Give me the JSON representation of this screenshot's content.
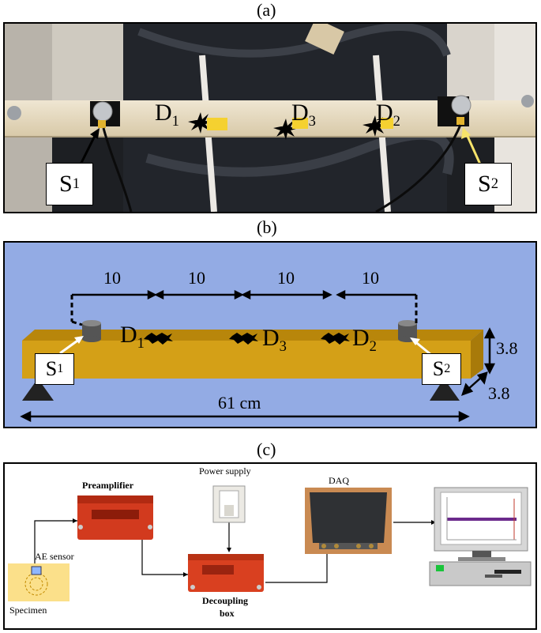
{
  "panels": {
    "a": "(a)",
    "b": "(b)",
    "c": "(c)"
  },
  "photo": {
    "damage_labels": [
      {
        "letter": "D",
        "sub": "1"
      },
      {
        "letter": "D",
        "sub": "3"
      },
      {
        "letter": "D",
        "sub": "2"
      }
    ],
    "sensors": [
      {
        "letter": "S",
        "sub": "1"
      },
      {
        "letter": "S",
        "sub": "2"
      }
    ]
  },
  "schematic": {
    "spacings": [
      "10",
      "10",
      "10",
      "10"
    ],
    "damage_labels": [
      {
        "letter": "D",
        "sub": "1"
      },
      {
        "letter": "D",
        "sub": "3"
      },
      {
        "letter": "D",
        "sub": "2"
      }
    ],
    "sensors": [
      {
        "letter": "S",
        "sub": "1"
      },
      {
        "letter": "S",
        "sub": "2"
      }
    ],
    "height": "3.8",
    "width": "3.8",
    "length": "61 cm",
    "colors": {
      "background": "#93abe4",
      "beam": "#d4a017",
      "beam_dark": "#b8860b"
    }
  },
  "setup": {
    "preamplifier": "Preamplifier",
    "power_supply": "Power supply",
    "daq": "DAQ",
    "ae_sensor": "AE sensor",
    "specimen": "Specimen",
    "decoupling_line1": "Decoupling",
    "decoupling_line2": "box"
  }
}
